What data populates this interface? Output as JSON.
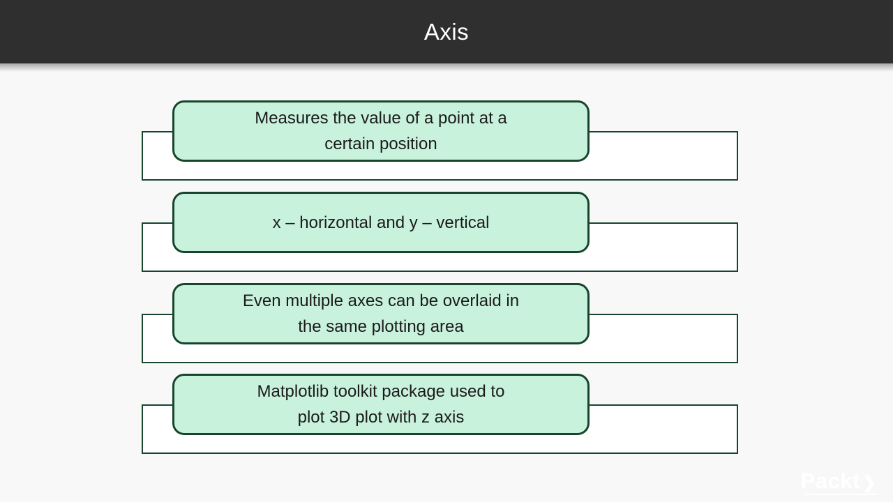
{
  "header": {
    "title": "Axis"
  },
  "slide": {
    "rows": [
      {
        "text": "Measures the value of a point at a\ncertain position"
      },
      {
        "text": "x – horizontal and y – vertical"
      },
      {
        "text": "Even multiple axes can be overlaid in\nthe same plotting area"
      },
      {
        "text": "Matplotlib toolkit package used to\nplot 3D plot with z axis"
      }
    ],
    "colors": {
      "header_bg": "#2f2f2f",
      "header_text": "#ffffff",
      "page_bg": "#f8f8f8",
      "box_fill": "#c9f2dd",
      "border_green": "#16452c",
      "rect_fill": "#ffffff",
      "text_dark": "#1a1a1a"
    }
  },
  "watermark": {
    "label": "Packt",
    "chevron": "❯"
  }
}
